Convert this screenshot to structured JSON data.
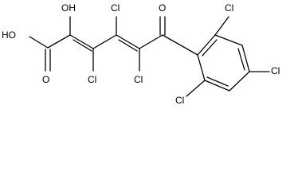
{
  "molecule": {
    "atoms": {
      "hydroxyl": "OH",
      "acid_hydroxyl": "HO",
      "carbonyl_acid_oxygen": "O",
      "ketone_oxygen": "O",
      "chain_cl_3": "Cl",
      "chain_cl_4": "Cl",
      "chain_cl_5": "Cl",
      "ring_cl_2": "Cl",
      "ring_cl_4": "Cl",
      "ring_cl_6": "Cl"
    }
  }
}
